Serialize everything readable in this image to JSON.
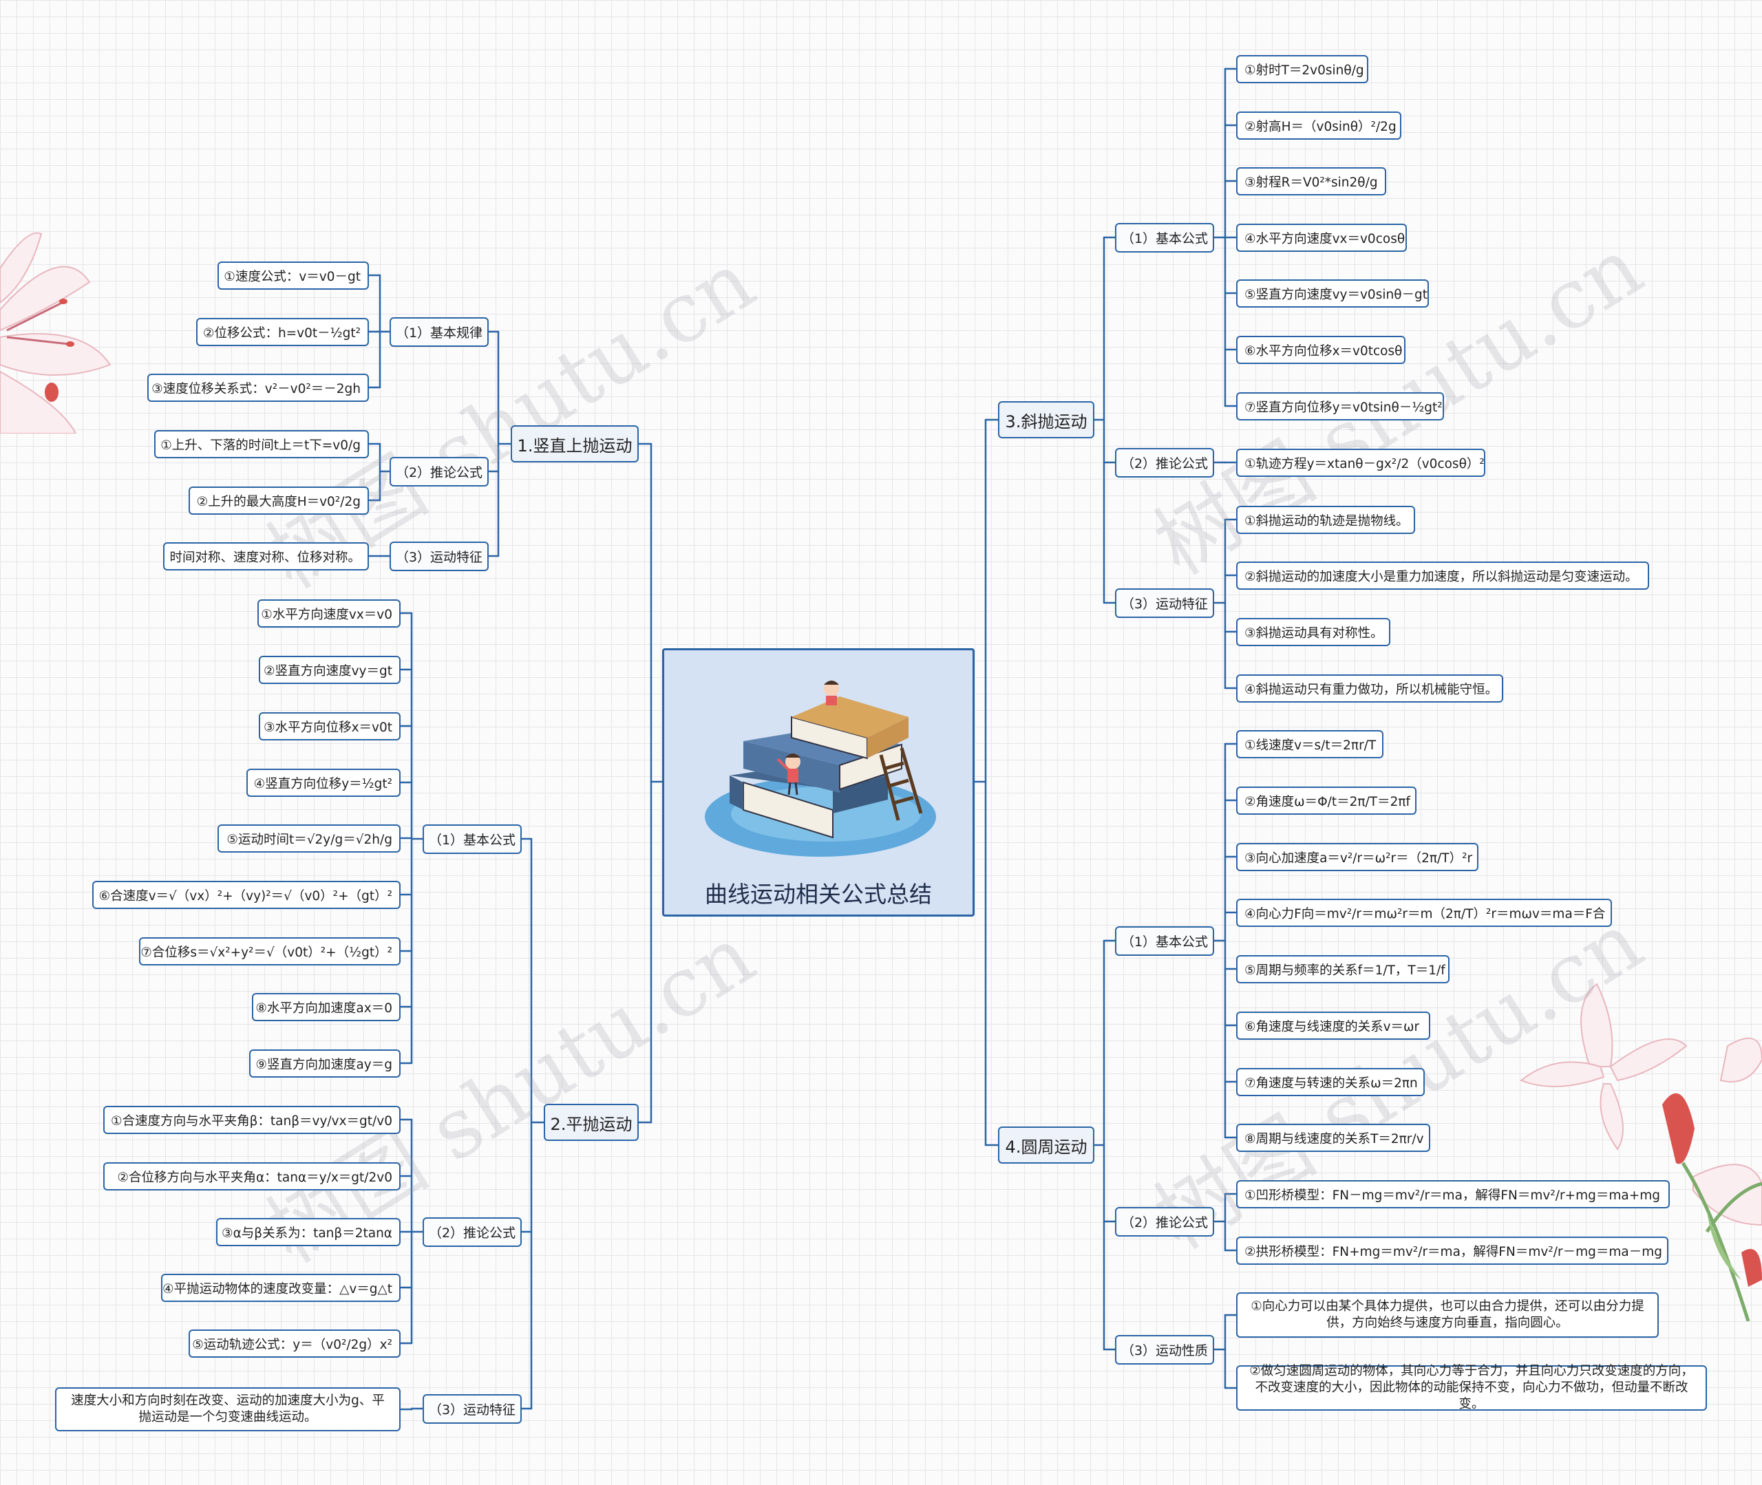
{
  "watermark": "树图 shutu.cn",
  "center": {
    "title": "曲线运动相关公式总结"
  },
  "branches": {
    "b1": {
      "title": "1.竖直上抛运动",
      "sub1": {
        "label": "（1）基本规律",
        "items": [
          "①速度公式：v＝v0－gt",
          "②位移公式：h=v0t－½gt²",
          "③速度位移关系式：v²－v0²＝－2gh"
        ]
      },
      "sub2": {
        "label": "（2）推论公式",
        "items": [
          "①上升、下落的时间t上＝t下=v0/g",
          "②上升的最大高度H＝v0²/2g"
        ]
      },
      "sub3": {
        "label": "（3）运动特征",
        "items": [
          "时间对称、速度对称、位移对称。"
        ]
      }
    },
    "b2": {
      "title": "2.平抛运动",
      "sub1": {
        "label": "（1）基本公式",
        "items": [
          "①水平方向速度vx＝v0",
          "②竖直方向速度vy＝gt",
          "③水平方向位移x＝v0t",
          "④竖直方向位移y＝½gt²",
          "⑤运动时间t＝√2y/g＝√2h/g",
          "⑥合速度v＝√（vx）²+（vy)²＝√（v0）²+（gt）²",
          "⑦合位移s＝√x²+y²＝√（v0t）²+（½gt）²",
          "⑧水平方向加速度ax＝0",
          "⑨竖直方向加速度ay＝g"
        ]
      },
      "sub2": {
        "label": "（2）推论公式",
        "items": [
          "①合速度方向与水平夹角β：tanβ＝vy/vx＝gt/v0",
          "②合位移方向与水平夹角α：tanα＝y/x＝gt/2v0",
          "③α与β关系为：tanβ＝2tanα",
          "④平抛运动物体的速度改变量：△v＝g△t",
          "⑤运动轨迹公式：y＝（v0²/2g）x²"
        ]
      },
      "sub3": {
        "label": "（3）运动特征",
        "items": [
          "速度大小和方向时刻在改变、运动的加速度大小为g、平抛运动是一个匀变速曲线运动。"
        ]
      }
    },
    "b3": {
      "title": "3.斜抛运动",
      "sub1": {
        "label": "（1）基本公式",
        "items": [
          "①射时T＝2v0sinθ/g",
          "②射高H＝（v0sinθ）²/2g",
          "③射程R＝V0²*sin2θ/g",
          "④水平方向速度vx＝v0cosθ",
          "⑤竖直方向速度vy＝v0sinθ－gt",
          "⑥水平方向位移x＝v0tcosθ",
          "⑦竖直方向位移y＝v0tsinθ－½gt²"
        ]
      },
      "sub2": {
        "label": "（2）推论公式",
        "items": [
          "①轨迹方程y＝xtanθ－gx²/2（v0cosθ）²"
        ]
      },
      "sub3": {
        "label": "（3）运动特征",
        "items": [
          "①斜抛运动的轨迹是抛物线。",
          "②斜抛运动的加速度大小是重力加速度，所以斜抛运动是匀变速运动。",
          "③斜抛运动具有对称性。",
          "④斜抛运动只有重力做功，所以机械能守恒。"
        ]
      }
    },
    "b4": {
      "title": "4.圆周运动",
      "sub1": {
        "label": "（1）基本公式",
        "items": [
          "①线速度v＝s/t＝2πr/T",
          "②角速度ω＝Φ/t＝2π/T＝2πf",
          "③向心加速度a＝v²/r＝ω²r＝（2π/T）²r",
          "④向心力F向＝mv²/r＝mω²r＝m（2π/T）²r＝mωv＝ma＝F合",
          "⑤周期与频率的关系f＝1/T，T＝1/f",
          "⑥角速度与线速度的关系v＝ωr",
          "⑦角速度与转速的关系ω＝2πn",
          "⑧周期与线速度的关系T＝2πr/v"
        ]
      },
      "sub2": {
        "label": "（2）推论公式",
        "items": [
          "①凹形桥模型：FN－mg＝mv²/r＝ma，解得FN＝mv²/r+mg＝ma+mg",
          "②拱形桥模型：FN+mg＝mv²/r＝ma，解得FN＝mv²/r－mg＝ma－mg"
        ]
      },
      "sub3": {
        "label": "（3）运动性质",
        "items": [
          "①向心力可以由某个具体力提供，也可以由合力提供，还可以由分力提供，方向始终与速度方向垂直，指向圆心。",
          "②做匀速圆周运动的物体，其向心力等于合力，并且向心力只改变速度的方向，不改变速度的大小，因此物体的动能保持不变，向心力不做功，但动量不断改变。"
        ]
      }
    }
  }
}
